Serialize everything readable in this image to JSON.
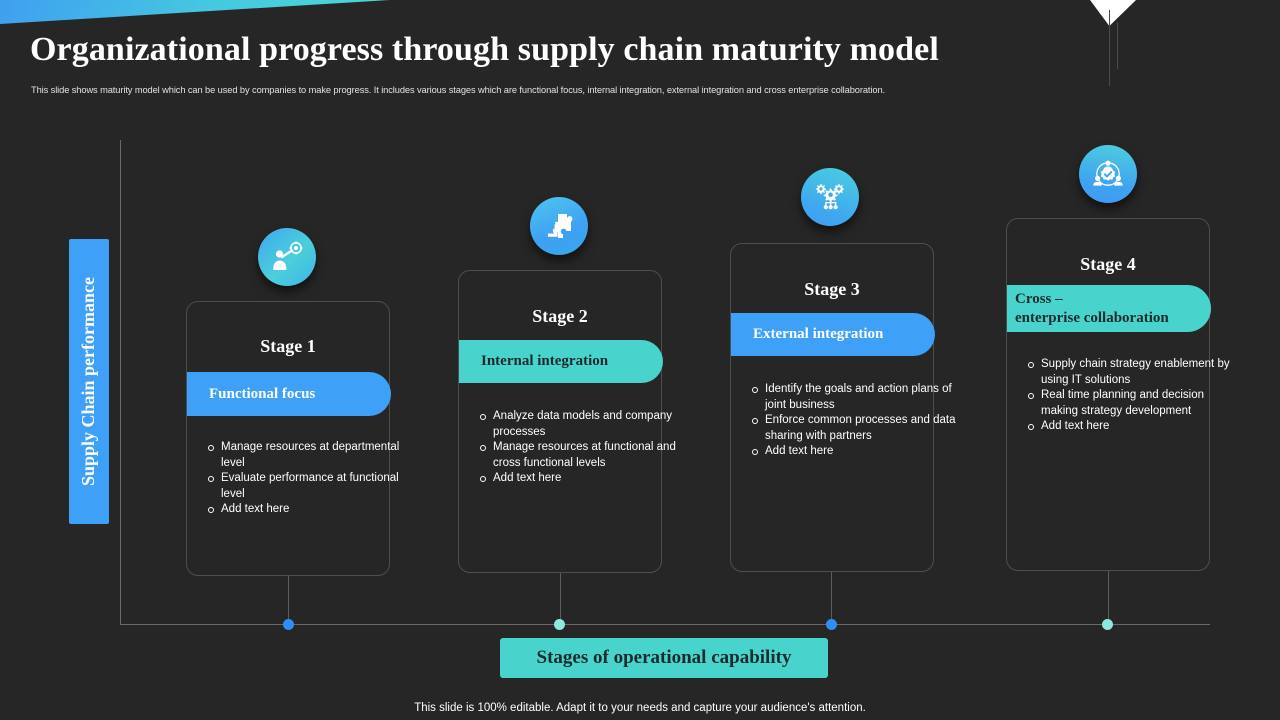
{
  "slide": {
    "title": "Organizational progress through supply chain maturity model",
    "subtitle": "This slide shows maturity model which can be used by companies to make progress. It includes various stages which are functional focus, internal integration, external integration and cross enterprise collaboration.",
    "footer": "This slide is 100% editable. Adapt it to your needs and capture your audience's attention."
  },
  "axes": {
    "y_label": "Supply Chain performance",
    "x_label": "Stages of operational capability"
  },
  "colors": {
    "background": "#262626",
    "blue": "#3fa0f8",
    "teal": "#49d3cd",
    "card_border": "#4e4e4e",
    "axis": "#6a6a6a",
    "text": "#ffffff"
  },
  "stages": [
    {
      "title": "Stage 1",
      "pill_label": "Functional focus",
      "pill_color": "blue",
      "icon": "person-target-icon",
      "bullets": [
        "Manage resources at departmental level",
        "Evaluate performance at functional level",
        "Add text here"
      ]
    },
    {
      "title": "Stage 2",
      "pill_label": "Internal integration",
      "pill_color": "teal",
      "icon": "puzzle-arrow-icon",
      "bullets": [
        "Analyze data models and company processes",
        "Manage resources at functional and cross functional levels",
        "Add text here"
      ]
    },
    {
      "title": "Stage 3",
      "pill_label": "External integration",
      "pill_color": "blue",
      "icon": "gears-network-icon",
      "bullets": [
        "Identify the goals and action plans of joint business",
        "Enforce common processes and data sharing with partners",
        "Add text here"
      ]
    },
    {
      "title": "Stage 4",
      "pill_label": "Cross –\nenterprise collaboration",
      "pill_color": "teal",
      "icon": "team-gear-check-icon",
      "bullets": [
        "Supply chain strategy enablement by using IT solutions",
        "Real time planning and decision making strategy development",
        "Add text here"
      ]
    }
  ]
}
